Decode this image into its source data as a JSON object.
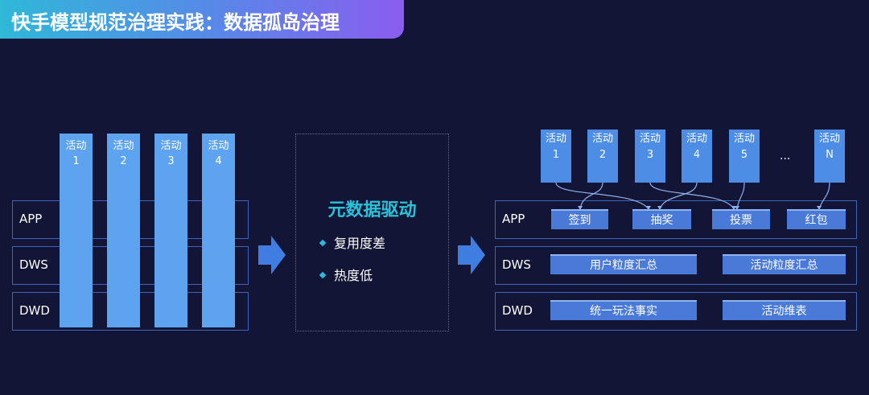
{
  "title": "快手模型规范治理实践：数据孤岛治理",
  "left": {
    "layers": [
      "APP",
      "DWS",
      "DWD"
    ],
    "columns": [
      {
        "label": "活动",
        "num": "1"
      },
      {
        "label": "活动",
        "num": "2"
      },
      {
        "label": "活动",
        "num": "3"
      },
      {
        "label": "活动",
        "num": "4"
      }
    ]
  },
  "middle": {
    "title": "元数据驱动",
    "bullets": [
      "复用度差",
      "热度低"
    ]
  },
  "right": {
    "activities": [
      {
        "label": "活动",
        "num": "1"
      },
      {
        "label": "活动",
        "num": "2"
      },
      {
        "label": "活动",
        "num": "3"
      },
      {
        "label": "活动",
        "num": "4"
      },
      {
        "label": "活动",
        "num": "5"
      },
      {
        "label": "活动",
        "num": "N"
      }
    ],
    "ellipsis": "...",
    "layers": [
      "APP",
      "DWS",
      "DWD"
    ],
    "app_items": [
      "签到",
      "抽奖",
      "投票",
      "红包"
    ],
    "dws_items": [
      "用户粒度汇总",
      "活动粒度汇总"
    ],
    "dwd_items": [
      "统一玩法事实",
      "活动维表"
    ]
  },
  "colors": {
    "background": "#121536",
    "column": "#5da3ef",
    "box": "#4a7ad8",
    "accent": "#29c2d8"
  }
}
